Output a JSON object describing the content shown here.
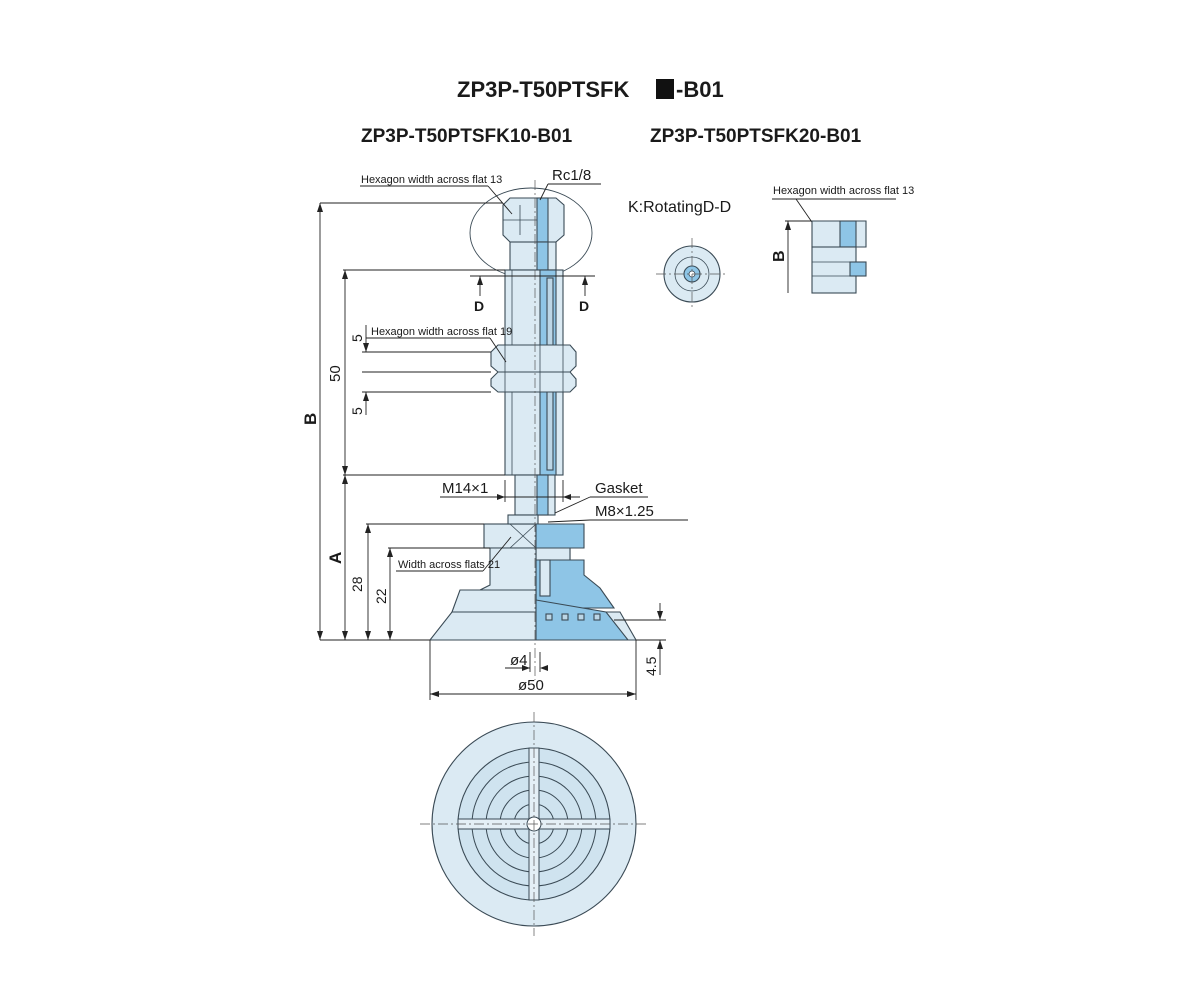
{
  "titles": {
    "main_prefix": "ZP3P-T50PTSFK",
    "main_suffix": "-B01",
    "variant_left": "ZP3P-T50PTSFK10-B01",
    "variant_right": "ZP3P-T50PTSFK20-B01"
  },
  "labels": {
    "hex13": "Hexagon width across flat 13",
    "rc": "Rc1/8",
    "hex19": "Hexagon width across flat 19",
    "m14": "M14×1",
    "gasket": "Gasket",
    "m8": "M8×1.25",
    "across21": "Width across flats 21",
    "phi4": "ø4",
    "phi50": "ø50",
    "section_title": "K:RotatingD-D",
    "hex13_right": "Hexagon width across flat 13",
    "section_d": "D"
  },
  "dimensions": {
    "B": "B",
    "A": "A",
    "d50": "50",
    "d5_top": "5",
    "d5_bottom": "5",
    "d28": "28",
    "d22": "22",
    "d4_5": "4.5",
    "B_right": "B"
  },
  "colors": {
    "body": "#dbeaf3",
    "section": "#8ec5e6",
    "line": "#3a4a55"
  }
}
